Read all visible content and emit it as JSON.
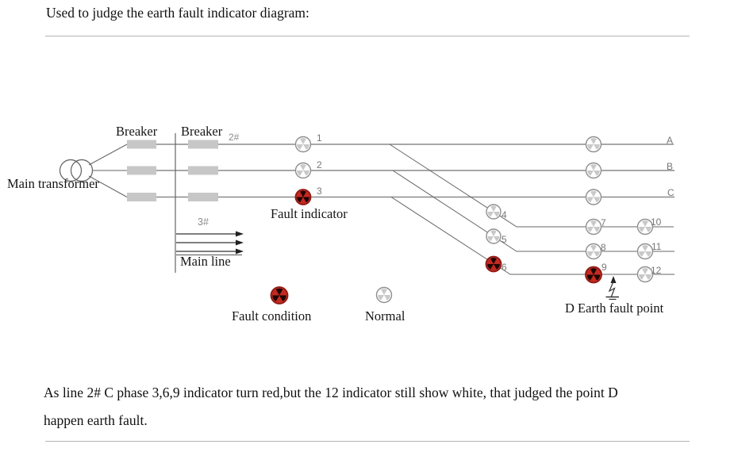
{
  "header": {
    "title": "Used to judge the earth fault indicator diagram:"
  },
  "diagram": {
    "labels": {
      "main_transformer": "Main transformer",
      "breaker_left": "Breaker",
      "breaker_right": "Breaker",
      "feeder_2": "2#",
      "feeder_3": "3#",
      "main_line": "Main line",
      "fault_indicator": "Fault indicator",
      "earth_fault_point": "D Earth fault point"
    },
    "indicators": [
      {
        "id": "1",
        "label": "1",
        "state": "normal"
      },
      {
        "id": "2",
        "label": "2",
        "state": "normal"
      },
      {
        "id": "3",
        "label": "3",
        "state": "fault"
      },
      {
        "id": "4",
        "label": "4",
        "state": "normal"
      },
      {
        "id": "5",
        "label": "5",
        "state": "normal"
      },
      {
        "id": "6",
        "label": "6",
        "state": "fault"
      },
      {
        "id": "7",
        "label": "7",
        "state": "normal"
      },
      {
        "id": "8",
        "label": "8",
        "state": "normal"
      },
      {
        "id": "9",
        "label": "9",
        "state": "fault"
      },
      {
        "id": "10",
        "label": "10",
        "state": "normal"
      },
      {
        "id": "11",
        "label": "11",
        "state": "normal"
      },
      {
        "id": "12",
        "label": "12",
        "state": "normal"
      },
      {
        "id": "A",
        "label": "A",
        "state": "normal"
      },
      {
        "id": "B",
        "label": "B",
        "state": "normal"
      },
      {
        "id": "C",
        "label": "C",
        "state": "normal"
      }
    ],
    "legend": [
      {
        "id": "legend_fault",
        "label": "Fault condition",
        "state": "fault"
      },
      {
        "id": "legend_normal",
        "label": "Normal",
        "state": "normal"
      }
    ]
  },
  "colors": {
    "fault_fill": "#c32a21",
    "fault_stroke": "#8e1a14",
    "fault_blade": "#1e0402",
    "normal_fill": "#ffffff",
    "normal_stroke": "#8f8f8f",
    "normal_blade": "#c9c9c9",
    "line": "#8a8a8a"
  },
  "description": {
    "line1": "As line 2# C phase 3,6,9 indicator turn red,but the 12 indicator still show white, that judged the point D",
    "line2": "happen earth fault."
  }
}
